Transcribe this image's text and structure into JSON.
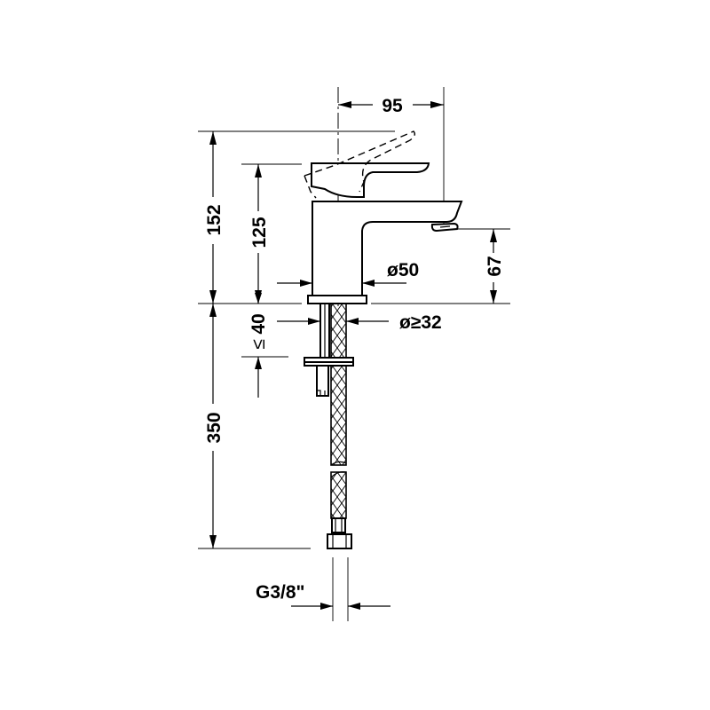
{
  "drawing": {
    "subject": "single-lever basin mixer technical drawing",
    "colors": {
      "line": "#000000",
      "background": "#ffffff"
    },
    "dimensions": {
      "spout_reach": "95",
      "total_height": "152",
      "body_height": "125",
      "spout_height": "67",
      "body_diameter": "ø50",
      "hole_diameter": "ø≥32",
      "deck_thickness_value": "40",
      "deck_thickness_symbol": "≤",
      "hose_length": "350",
      "connection_thread": "G3/8\""
    }
  }
}
